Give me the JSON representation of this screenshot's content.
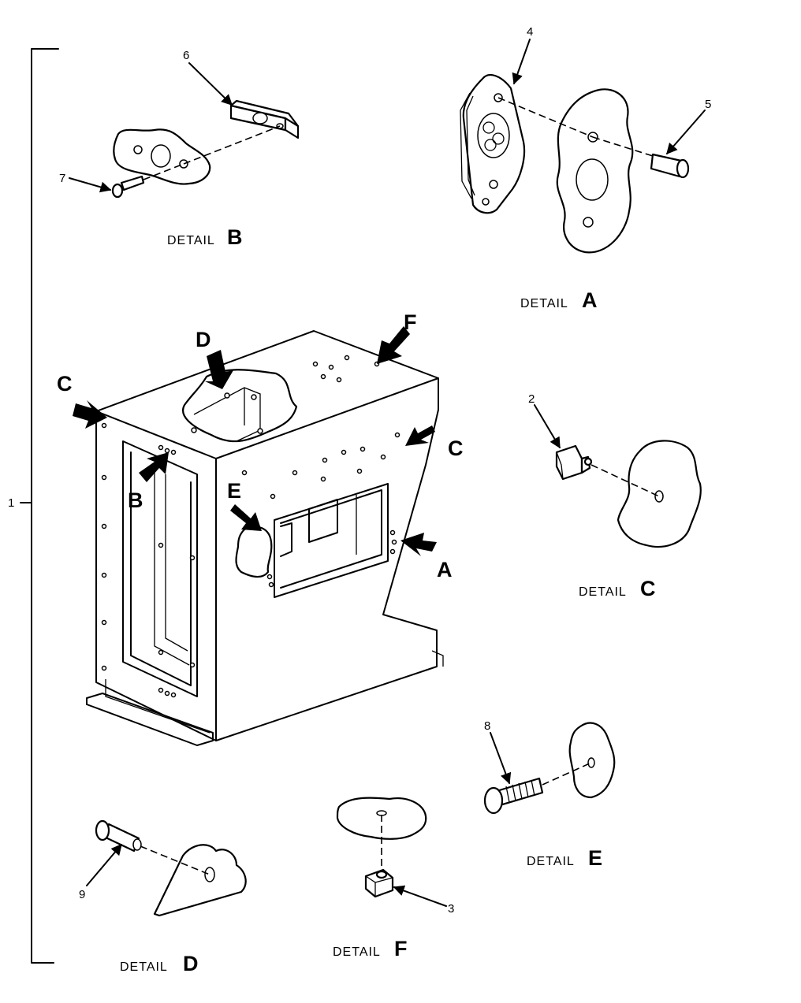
{
  "assembly_callout": "1",
  "details": {
    "a": {
      "word": "DETAIL",
      "letter": "A",
      "parts": [
        "4",
        "5"
      ]
    },
    "b": {
      "word": "DETAIL",
      "letter": "B",
      "parts": [
        "6",
        "7"
      ]
    },
    "c": {
      "word": "DETAIL",
      "letter": "C",
      "parts": [
        "2"
      ]
    },
    "d": {
      "word": "DETAIL",
      "letter": "D",
      "parts": [
        "9"
      ]
    },
    "e": {
      "word": "DETAIL",
      "letter": "E",
      "parts": [
        "8"
      ]
    },
    "f": {
      "word": "DETAIL",
      "letter": "F",
      "parts": [
        "3"
      ]
    }
  },
  "location_markers": {
    "a": "A",
    "b": "B",
    "c_left": "C",
    "c_right": "C",
    "d": "D",
    "e": "E",
    "f": "F"
  },
  "icons": [
    "location-arrow-icon",
    "leader-arrow-icon"
  ]
}
